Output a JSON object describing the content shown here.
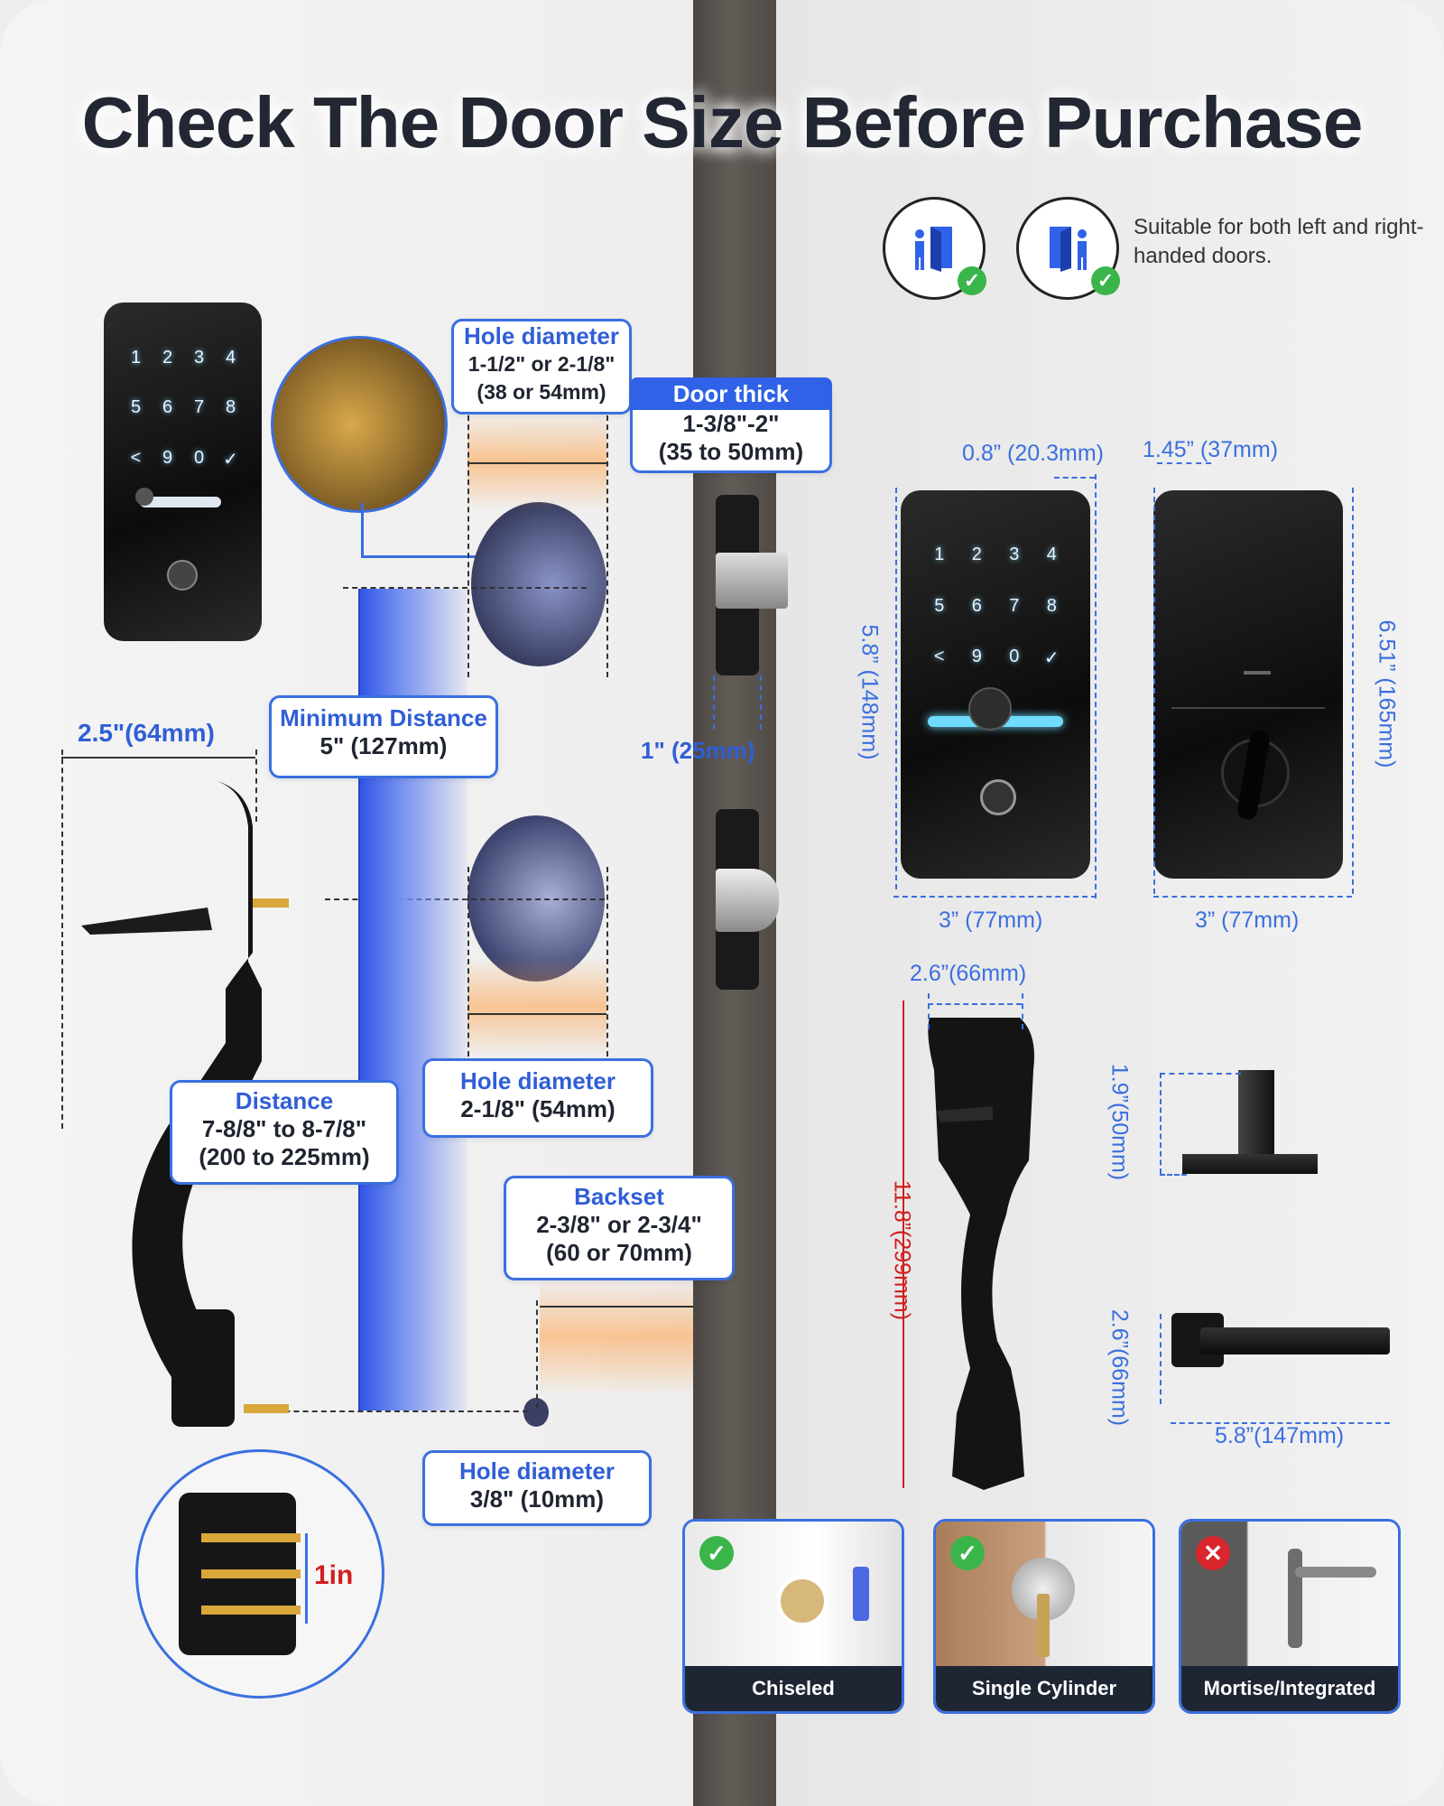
{
  "title": "Check The Door Size Before Purchase",
  "handedness": {
    "note": "Suitable for both left and right-handed doors.",
    "icons": [
      "left-hand-door-icon",
      "right-hand-door-icon"
    ],
    "check_color": "#3ab54a"
  },
  "labels": {
    "hole_diameter_top": {
      "title": "Hole diameter",
      "line1": "1-1/2\" or 2-1/8\"",
      "line2": "(38 or 54mm)"
    },
    "door_thick": {
      "title": "Door thick",
      "line1": "1-3/8\"-2\"",
      "line2": "(35 to 50mm)"
    },
    "minimum_distance": {
      "title": "Minimum Distance",
      "line1": "5\" (127mm)"
    },
    "distance": {
      "title": "Distance",
      "line1": "7-8/8\"  to 8-7/8\"",
      "line2": "(200 to 225mm)"
    },
    "hole_diameter_mid": {
      "title": "Hole diameter",
      "line1": "2-1/8\" (54mm)"
    },
    "backset": {
      "title": "Backset",
      "line1": "2-3/8\" or 2-3/4\"",
      "line2": "(60 or 70mm)"
    },
    "hole_diameter_small": {
      "title": "Hole diameter",
      "line1": "3/8\" (10mm)"
    }
  },
  "dimensions": {
    "handle_width": "2.5\"(64mm)",
    "latch_face": "1\" (25mm)",
    "front_depth": "0.8” (20.3mm)",
    "back_depth": "1.45” (37mm)",
    "front_height": "5.8” (148mm)",
    "back_height": "6.51” (165mm)",
    "front_width": "3” (77mm)",
    "back_width": "3” (77mm)",
    "handleset_width": "2.6”(66mm)",
    "handleset_height": "11.8”(299mm)",
    "knob_height": "1.9”(50mm)",
    "lever_height": "2.6”(66mm)",
    "lever_length": "5.8”(147mm)",
    "screw_spacing": "1in"
  },
  "keypad": [
    "1",
    "2",
    "3",
    "4",
    "5",
    "6",
    "7",
    "8",
    "<",
    "9",
    "0",
    "✓"
  ],
  "lock_types": [
    {
      "label": "Chiseled",
      "status": "ok"
    },
    {
      "label": "Single Cylinder",
      "status": "ok"
    },
    {
      "label": "Mortise/Integrated",
      "status": "no"
    }
  ],
  "colors": {
    "accent_blue": "#3a6fe0",
    "dark_navy": "#1e2533",
    "ok_green": "#3ab54a",
    "no_red": "#d9262c",
    "dimension_red": "#d11f1f"
  }
}
